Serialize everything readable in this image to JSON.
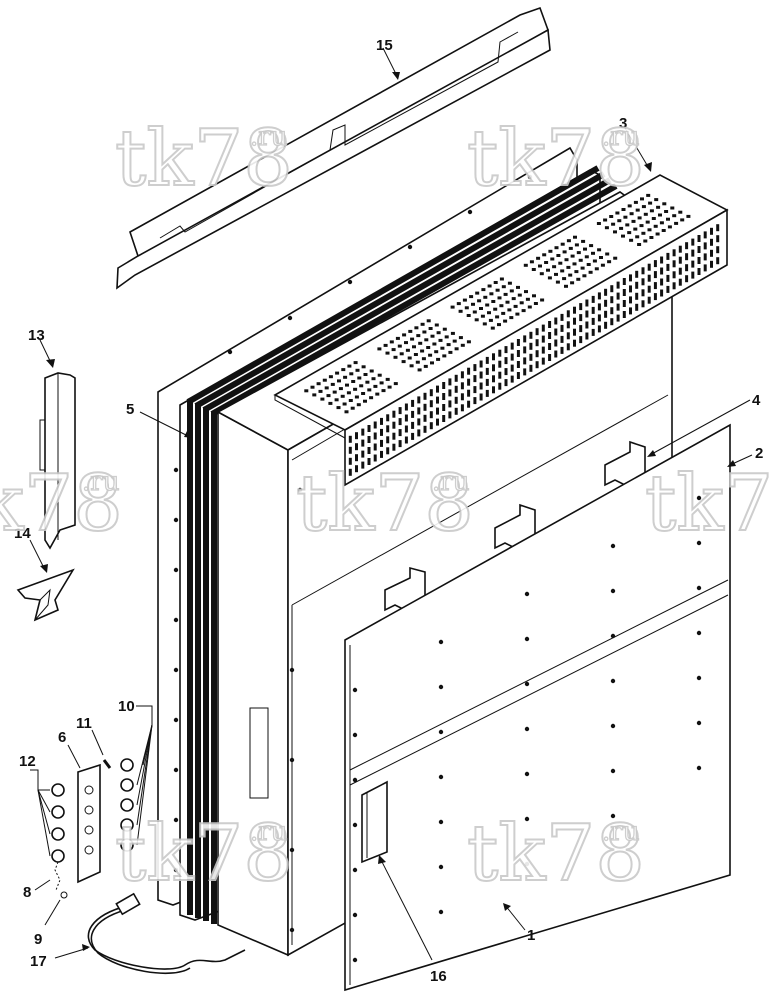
{
  "diagram": {
    "callouts": {
      "c1": "1",
      "c2": "2",
      "c3": "3",
      "c4": "4",
      "c5": "5",
      "c6": "6",
      "c8": "8",
      "c9": "9",
      "c10": "10",
      "c11": "11",
      "c12": "12",
      "c13": "13",
      "c14": "14",
      "c15": "15",
      "c16": "16",
      "c17": "17"
    },
    "watermark": {
      "main": "tk78",
      "suffix": ".ru"
    }
  }
}
